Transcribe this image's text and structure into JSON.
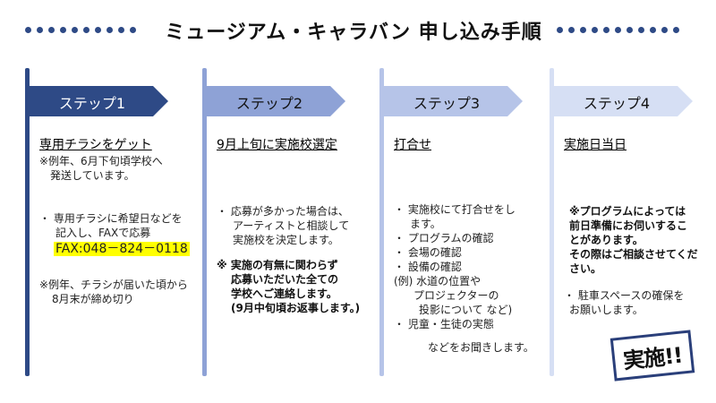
{
  "title": "ミュージアム・キャラバン 申し込み手順",
  "colors": {
    "step1": "#2e4a86",
    "step2": "#8ea2d6",
    "step3": "#b6c4e8",
    "step4": "#d6dff4",
    "accent": "#2a3f7a",
    "highlight": "#ffff00"
  },
  "steps": [
    {
      "label": "ステップ1",
      "heading": "専用チラシをゲット",
      "note1a": "※例年、6月下旬頃学校へ",
      "note1b": "発送しています。",
      "bullet_a": "・ 専用チラシに希望日などを",
      "bullet_b": "記入し、FAXで応募",
      "fax": "FAX:048－824－0118",
      "note2a": "※例年、チラシが届いた頃から",
      "note2b": "8月末が締め切り"
    },
    {
      "label": "ステップ2",
      "heading": "9月上旬に実施校選定",
      "b1": "・ 応募が多かった場合は、",
      "b2": "アーティストと相談して",
      "b3": "実施校を決定します。",
      "n1": "※ 実施の有無に関わらず",
      "n2": "応募いただいた全ての",
      "n3": "学校へご連絡します。",
      "n4": "(9月中旬頃お返事します。)"
    },
    {
      "label": "ステップ3",
      "heading": "打合せ",
      "l1": "・ 実施校にて打合せをし",
      "l2": "ます。",
      "l3": "・ プログラムの確認",
      "l4": "・ 会場の確認",
      "l5": "・ 設備の確認",
      "l6": "(例) 水道の位置や",
      "l7": "プロジェクターの",
      "l8": "投影について など)",
      "l9": "・ 児童・生徒の実態",
      "l10": "などをお聞きします。"
    },
    {
      "label": "ステップ4",
      "heading": "実施日当日",
      "p1": "※プログラムによっては",
      "p2": "前日準備にお伺いするこ",
      "p3": "とがあります。",
      "p4": "その際はご相談させてくだ",
      "p5": "さい。",
      "q1": "・ 駐車スペースの確保を",
      "q2": "お願いします。"
    }
  ],
  "stamp": "実施!!"
}
